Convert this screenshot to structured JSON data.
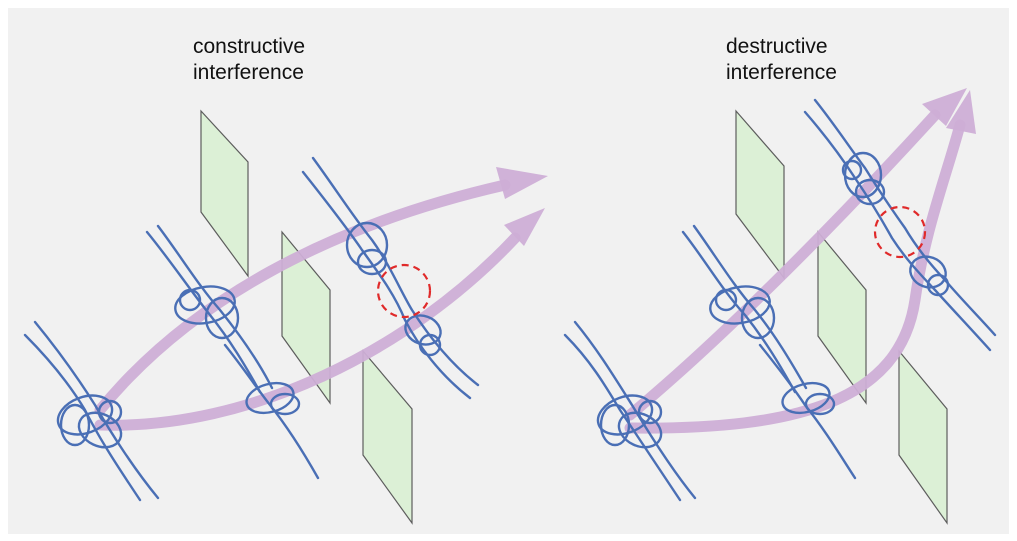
{
  "labels": {
    "left": [
      "constructive",
      "interference"
    ],
    "right": [
      "destructive",
      "interference"
    ]
  },
  "colors": {
    "background": "#f1f1f1",
    "plane_fill": "#dcf0d6",
    "plane_stroke": "#5d5d5d",
    "path_arrow": "#cdaed6",
    "polymer": "#4a6fb5",
    "interference_circle": "#e02a2a"
  }
}
